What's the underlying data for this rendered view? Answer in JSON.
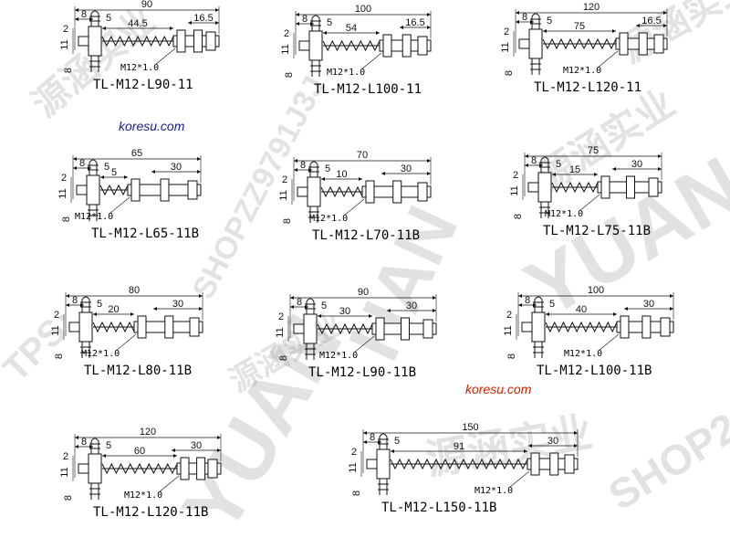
{
  "thread_label": "M12*1.0",
  "common_dims": {
    "top_a": "8",
    "side_a": "2",
    "side_b": "11",
    "side_c": "8",
    "hex": "5"
  },
  "parts": [
    {
      "model": "TL-M12-L90-11",
      "total": "90",
      "spring": "44.5",
      "body": "16.5"
    },
    {
      "model": "TL-M12-L100-11",
      "total": "100",
      "spring": "54",
      "body": "16.5"
    },
    {
      "model": "TL-M12-L120-11",
      "total": "120",
      "spring": "75",
      "body": "16.5"
    },
    {
      "model": "TL-M12-L65-11B",
      "total": "65",
      "spring": "5",
      "body": "30"
    },
    {
      "model": "TL-M12-L70-11B",
      "total": "70",
      "spring": "10",
      "body": "30"
    },
    {
      "model": "TL-M12-L75-11B",
      "total": "75",
      "spring": "15",
      "body": "30"
    },
    {
      "model": "TL-M12-L80-11B",
      "total": "80",
      "spring": "20",
      "body": "30"
    },
    {
      "model": "TL-M12-L90-11B",
      "total": "90",
      "spring": "30",
      "body": "30"
    },
    {
      "model": "TL-M12-L100-11B",
      "total": "100",
      "spring": "40",
      "body": "30"
    },
    {
      "model": "TL-M12-L120-11B",
      "total": "120",
      "spring": "60",
      "body": "30"
    },
    {
      "model": "TL-M12-L150-11B",
      "total": "150",
      "spring": "91",
      "body": "30"
    }
  ],
  "websites": [
    "koresu.com",
    "koresu.com"
  ],
  "site_color": "#1a1a8c",
  "site_color_2": "#cc2200",
  "watermarks": [
    "YUAN",
    "YUAN",
    "HAN",
    "SHOPZZ9791J3J",
    "SHOP2",
    "TPS:",
    "源涵实业",
    "源涵实业",
    "源涵实业",
    "源涵实业",
    "源涵实业"
  ]
}
